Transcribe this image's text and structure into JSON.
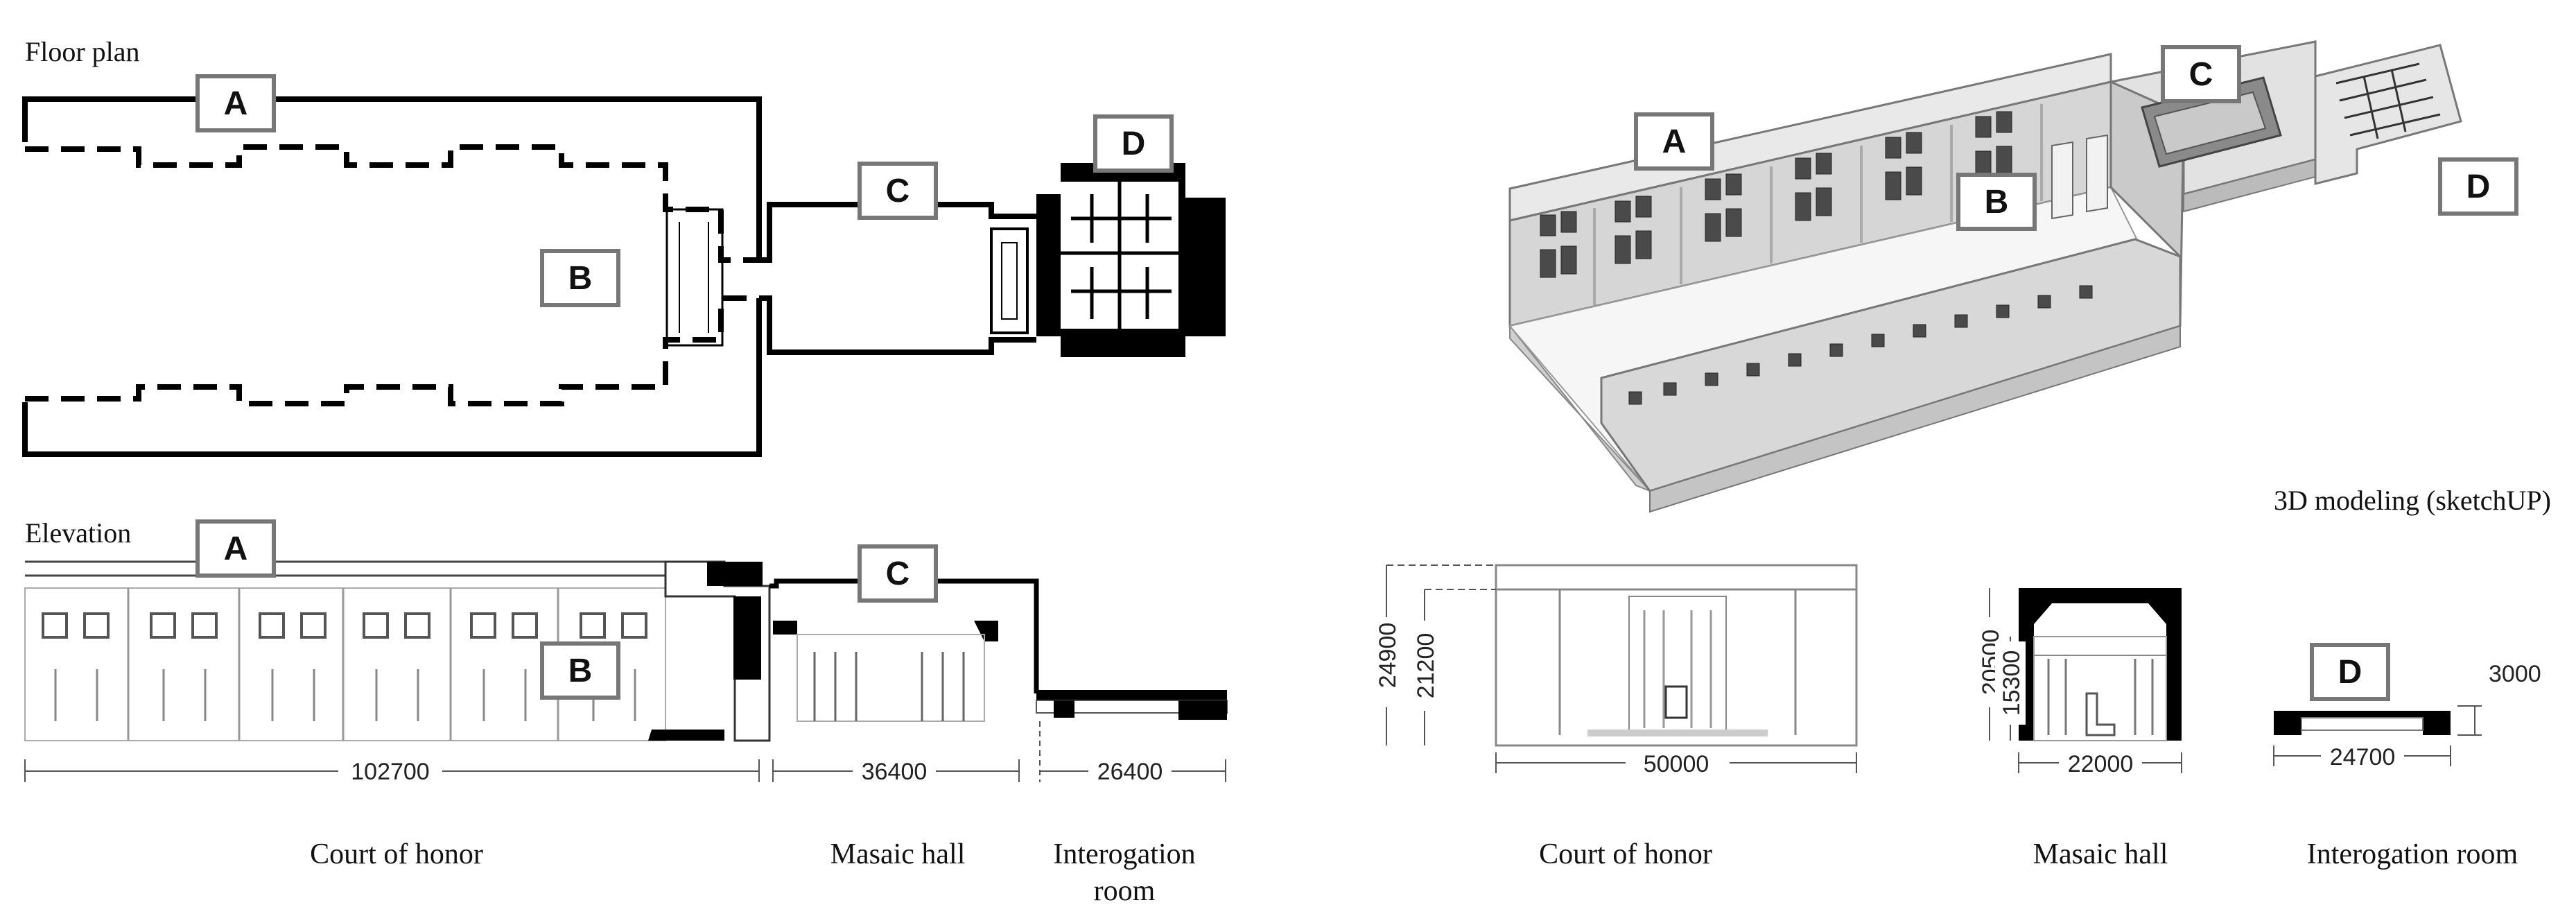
{
  "labels": {
    "floor_plan": "Floor plan",
    "elevation": "Elevation",
    "modeling": "3D modeling (sketchUP)"
  },
  "tags": {
    "a": "A",
    "b": "B",
    "c": "C",
    "d": "D"
  },
  "dimensions": {
    "court_length": "102700",
    "mosaic_length": "36400",
    "interrogation_length": "26400",
    "court_height_total": "24900",
    "court_height_inner": "21200",
    "court_width": "50000",
    "mosaic_height_total": "20500",
    "mosaic_height_inner": "15300",
    "mosaic_width": "22000",
    "interrogation_width": "24700",
    "interrogation_height": "3000"
  },
  "captions": {
    "court_left": "Court of honor",
    "mosaic_left": "Masaic hall",
    "interrogation_left_1": "Interogation",
    "interrogation_left_2": "room",
    "court_right": "Court of honor",
    "mosaic_right": "Masaic hall",
    "interrogation_right": "Interogation room"
  }
}
